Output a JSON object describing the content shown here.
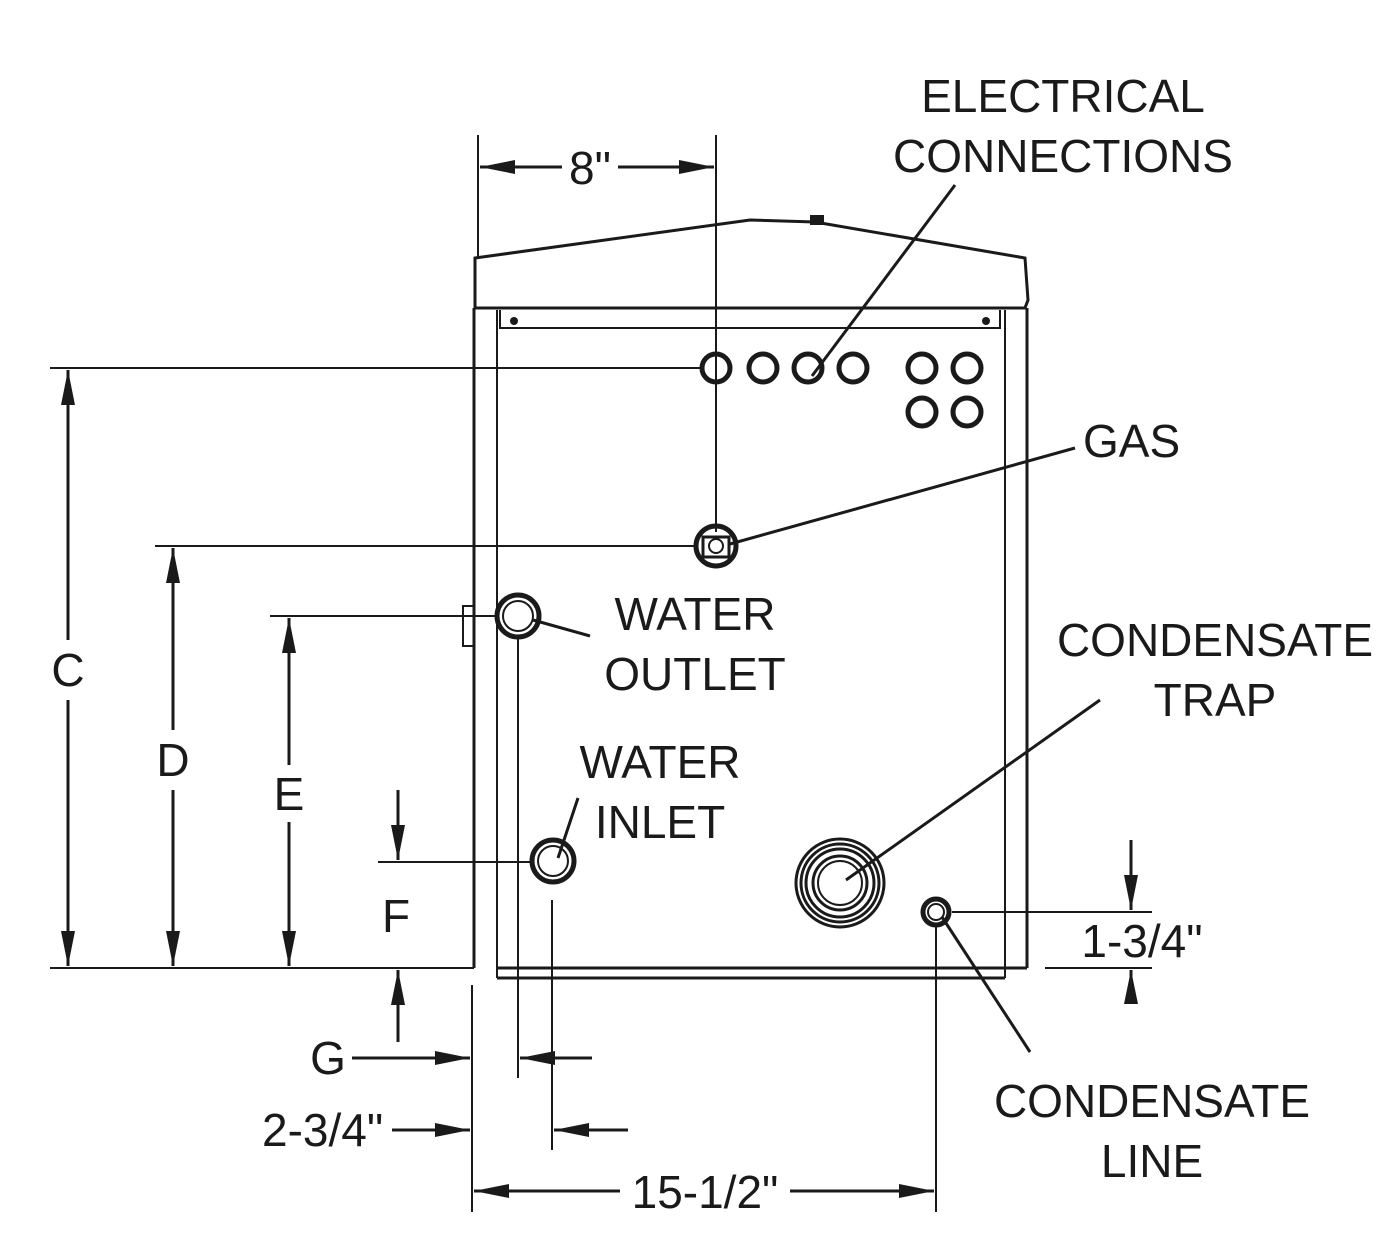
{
  "labels": {
    "electrical_line1": "ELECTRICAL",
    "electrical_line2": "CONNECTIONS",
    "gas": "GAS",
    "water_outlet_line1": "WATER",
    "water_outlet_line2": "OUTLET",
    "water_inlet_line1": "WATER",
    "water_inlet_line2": "INLET",
    "condensate_trap_line1": "CONDENSATE",
    "condensate_trap_line2": "TRAP",
    "condensate_line_line1": "CONDENSATE",
    "condensate_line_line2": "LINE"
  },
  "dimensions": {
    "top_width": "8\"",
    "c": "C",
    "d": "D",
    "e": "E",
    "f": "F",
    "g": "G",
    "offset_left": "2-3/4\"",
    "bottom_width": "15-1/2\"",
    "condensate_height": "1-3/4\""
  }
}
